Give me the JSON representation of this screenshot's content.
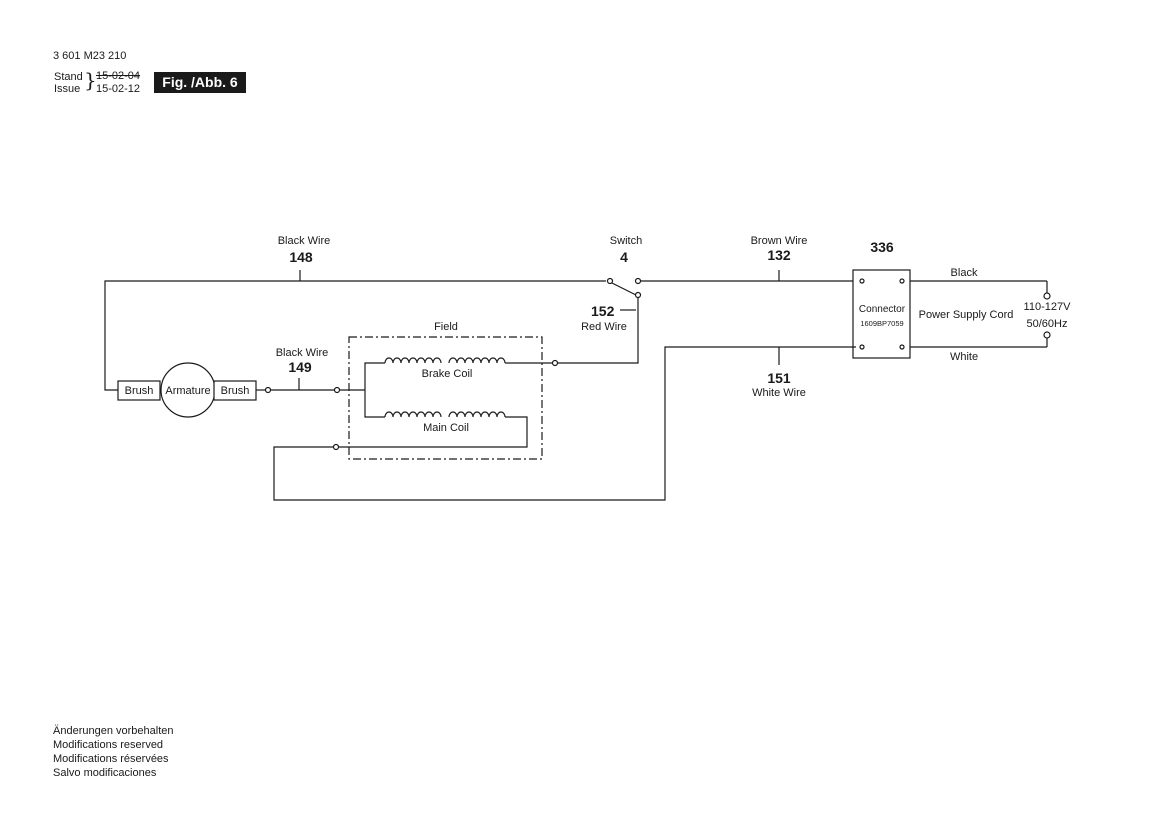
{
  "header": {
    "doc_number": "3 601 M23 210",
    "stand_label": "Stand",
    "issue_label": "Issue",
    "stand_date": "15-02-04",
    "issue_date": "15-02-12",
    "fig_label": "Fig. /Abb. 6"
  },
  "diagram": {
    "wire_148": {
      "label": "Black Wire",
      "number": "148"
    },
    "switch": {
      "label": "Switch",
      "number": "4"
    },
    "wire_132": {
      "label": "Brown Wire",
      "number": "132"
    },
    "connector": {
      "number": "336",
      "label": "Connector",
      "part": "1609BP7059"
    },
    "cord_black": "Black",
    "cord_white": "White",
    "power_supply_cord": "Power Supply Cord",
    "voltage": "110-127V",
    "frequency": "50/60Hz",
    "wire_152": {
      "number": "152",
      "label": "Red Wire"
    },
    "field": "Field",
    "wire_149": {
      "label": "Black Wire",
      "number": "149"
    },
    "brake_coil": "Brake Coil",
    "main_coil": "Main Coil",
    "wire_151": {
      "number": "151",
      "label": "White Wire"
    },
    "brush_left": "Brush",
    "armature": "Armature",
    "brush_right": "Brush"
  },
  "footer": [
    "Änderungen vorbehalten",
    "Modifications reserved",
    "Modifications réservées",
    "Salvo modificaciones"
  ]
}
